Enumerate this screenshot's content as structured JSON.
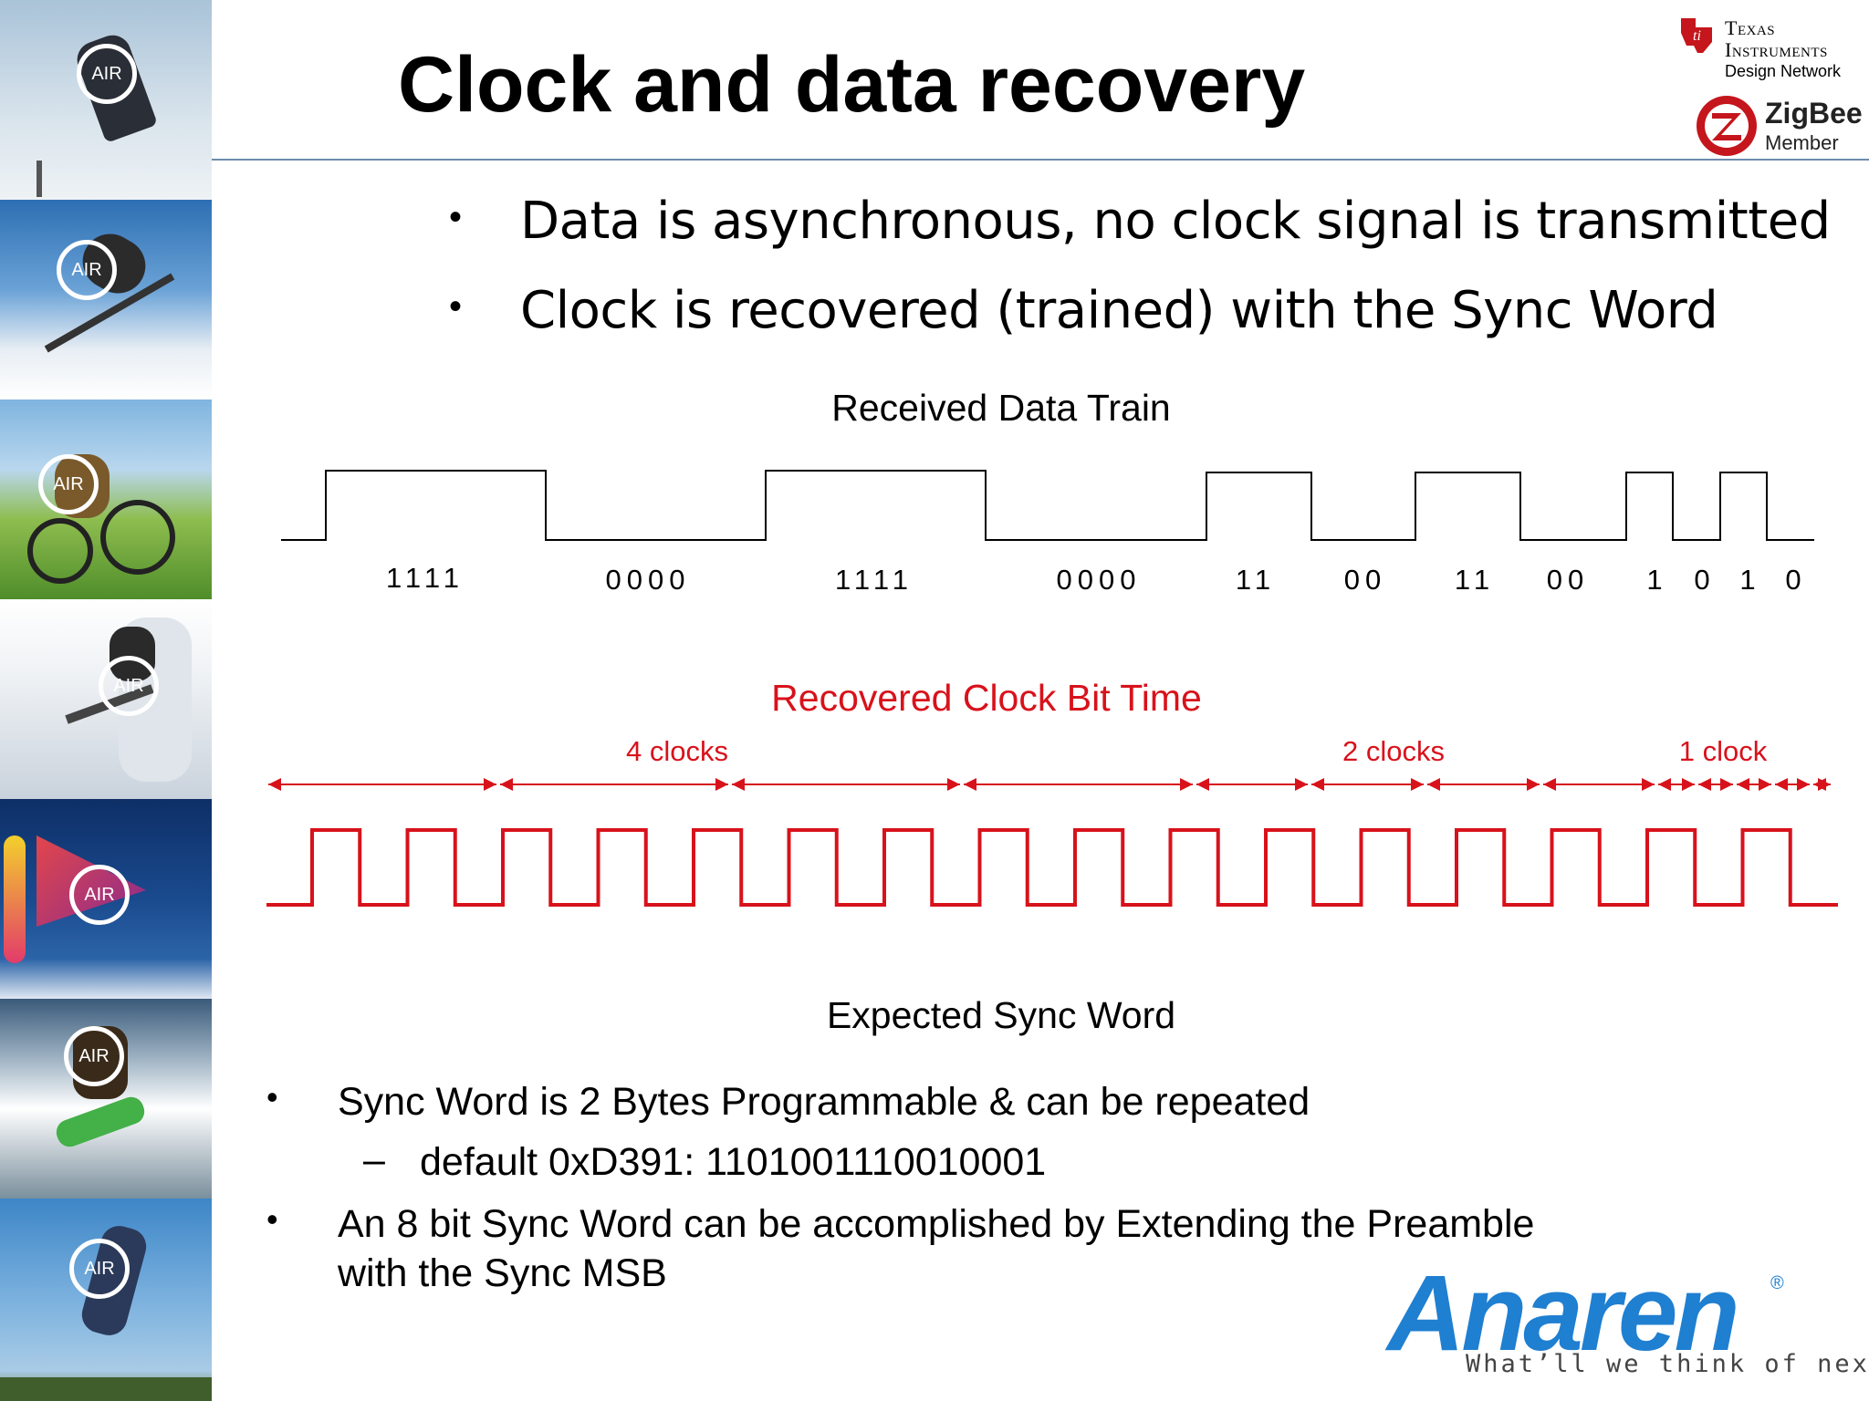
{
  "title": "Clock and data recovery",
  "top_bullets": [
    "Data is asynchronous, no clock signal is transmitted",
    "Clock is recovered (trained) with the Sync Word"
  ],
  "received_train": {
    "label": "Received Data Train",
    "bit_groups": [
      "1111",
      "0000",
      "1111",
      "0000",
      "11",
      "00",
      "11",
      "00",
      "1",
      "0",
      "1",
      "0"
    ]
  },
  "recovered_clock": {
    "label": "Recovered Clock Bit Time",
    "spans": [
      "4 clocks",
      "2 clocks",
      "1 clock"
    ]
  },
  "expected_label": "Expected Sync Word",
  "bottom_bullets": {
    "b1": "Sync Word is 2 Bytes Programmable & can be repeated",
    "b1_sub": "default 0xD391: 1101001110010001",
    "b2_line1": "An 8 bit Sync Word can be accomplished by Extending the Preamble",
    "b2_line2": "with the Sync MSB"
  },
  "logos": {
    "ti_line1": "Texas",
    "ti_line2": "Instruments",
    "ti_line3": "Design Network",
    "zigbee_name": "ZigBee",
    "zigbee_member": "Member",
    "anaren_name": "Anaren",
    "anaren_tagline": "What’ll we think of next?"
  },
  "sidebar_badge_text": "AIR",
  "colors": {
    "clock_red": "#d8121b",
    "anaren_blue": "#1f7fd1",
    "title_rule": "#6e8cad"
  }
}
